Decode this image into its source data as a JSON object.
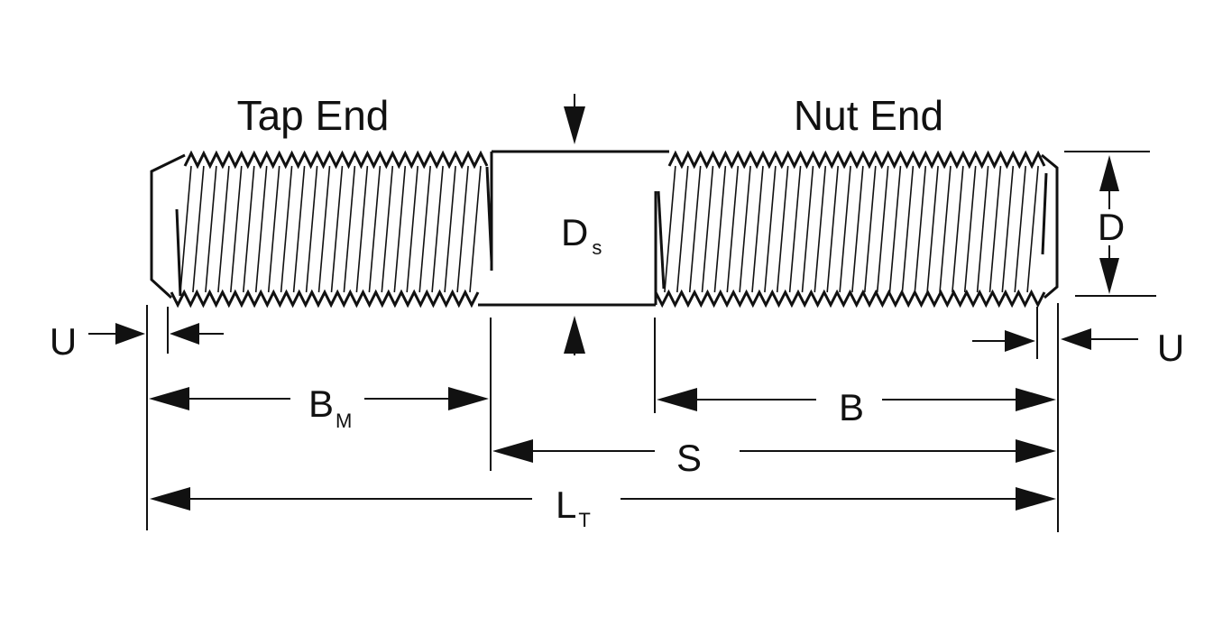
{
  "labels": {
    "tap_end": "Tap End",
    "nut_end": "Nut End",
    "ds_main": "D",
    "ds_sub": "s",
    "d": "D",
    "u_left": "U",
    "u_right": "U",
    "bm_main": "B",
    "bm_sub": "M",
    "b": "B",
    "s": "S",
    "lt_main": "L",
    "lt_sub": "T"
  },
  "colors": {
    "ink": "#111111",
    "background": "#ffffff"
  }
}
